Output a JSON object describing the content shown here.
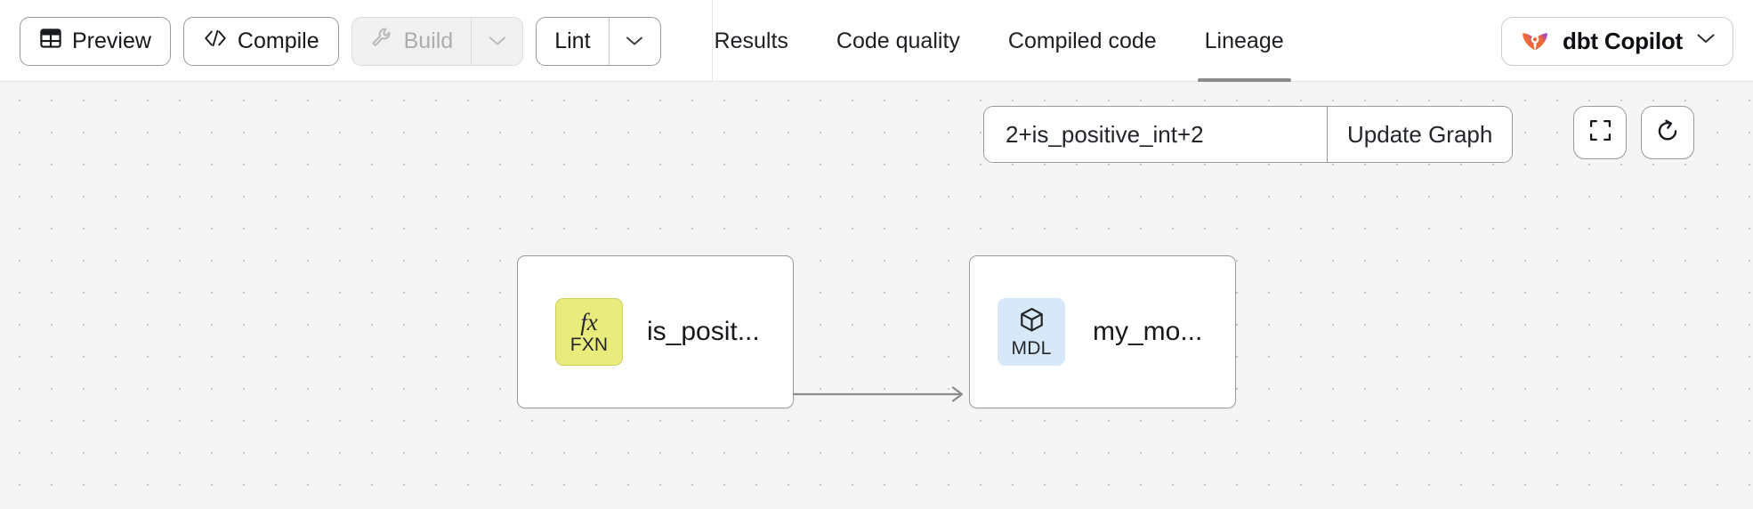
{
  "toolbar": {
    "preview": {
      "label": "Preview",
      "icon": "table-icon",
      "disabled": false
    },
    "compile": {
      "label": "Compile",
      "icon": "code-brackets-icon",
      "disabled": false
    },
    "build": {
      "label": "Build",
      "icon": "wrench-icon",
      "disabled": true,
      "caret_icon": "chevron-down-icon"
    },
    "lint": {
      "label": "Lint",
      "disabled": false,
      "caret_icon": "chevron-down-icon"
    }
  },
  "tabs": [
    {
      "label": "Results",
      "active": false
    },
    {
      "label": "Code quality",
      "active": false
    },
    {
      "label": "Compiled code",
      "active": false
    },
    {
      "label": "Lineage",
      "active": true
    }
  ],
  "copilot": {
    "label": "dbt Copilot",
    "icon": "dbt-copilot-atom-icon",
    "caret_icon": "chevron-down-icon",
    "accent_from": "#f0622a",
    "accent_to": "#7c3aed"
  },
  "graph_controls": {
    "selector_value": "2+is_positive_int+2",
    "selector_placeholder": "2+is_positive_int+2",
    "update_label": "Update Graph",
    "fit_view": {
      "icon": "fullscreen-corners-icon"
    },
    "refresh": {
      "icon": "refresh-icon"
    }
  },
  "lineage": {
    "nodes": [
      {
        "id": "is_positive_int",
        "label": "is_posit...",
        "badge_text": "FXN",
        "badge_glyph": "fx",
        "badge_icon": "function-icon",
        "badge_color": "#e9ec7c"
      },
      {
        "id": "my_model",
        "label": "my_mo...",
        "badge_text": "MDL",
        "badge_icon": "cube-icon",
        "badge_color": "#d7e8f8"
      }
    ],
    "edges": [
      {
        "from": "is_positive_int",
        "to": "my_model",
        "color": "#8d8b8b"
      }
    ],
    "canvas_bg": "#f5f5f5",
    "dot_color": "#c9c9c9"
  }
}
